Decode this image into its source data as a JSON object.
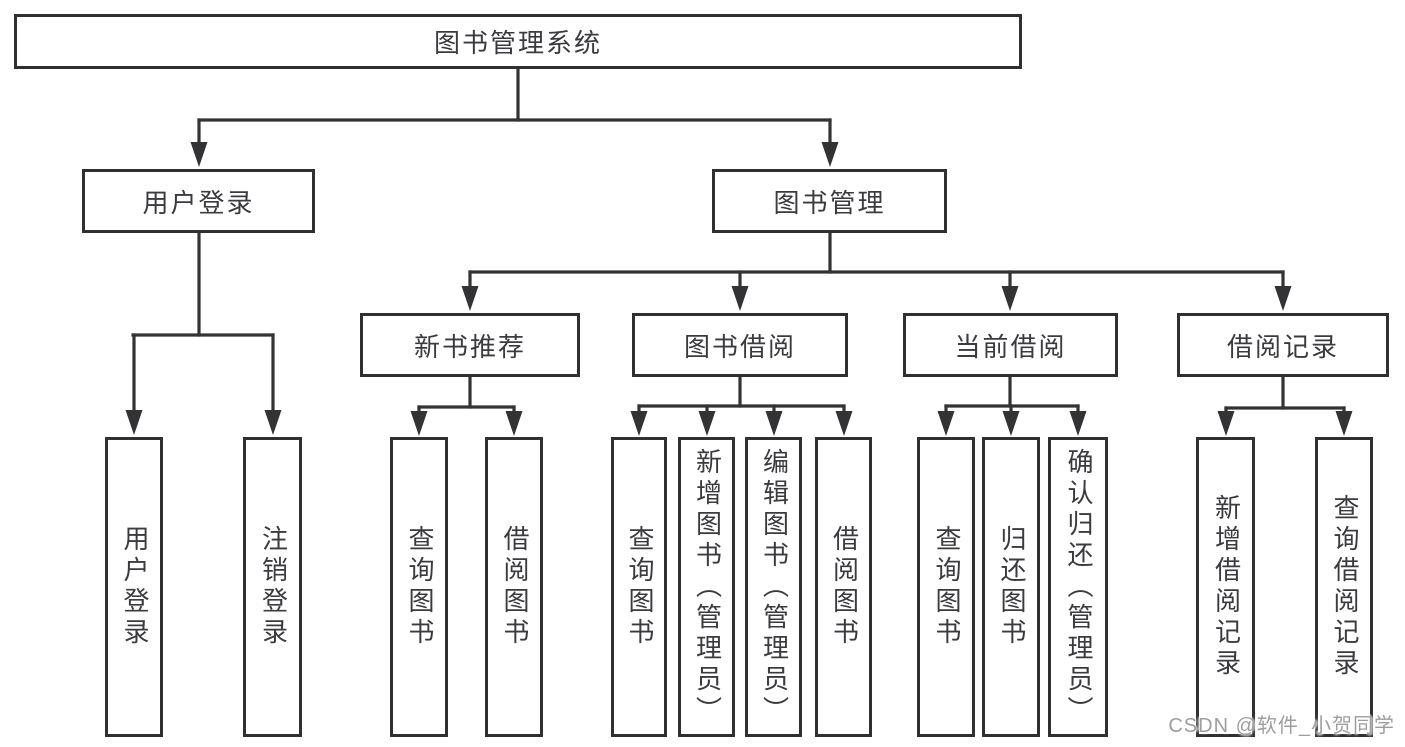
{
  "diagram_title": "图书管理系统",
  "tree": {
    "label": "图书管理系统",
    "children": [
      {
        "label": "用户登录",
        "children": [
          {
            "label": "用户登录"
          },
          {
            "label": "注销登录"
          }
        ]
      },
      {
        "label": "图书管理",
        "children": [
          {
            "label": "新书推荐",
            "children": [
              {
                "label": "查询图书"
              },
              {
                "label": "借阅图书"
              }
            ]
          },
          {
            "label": "图书借阅",
            "children": [
              {
                "label": "查询图书"
              },
              {
                "label": "新增图书（管理员）"
              },
              {
                "label": "编辑图书（管理员）"
              },
              {
                "label": "借阅图书"
              }
            ]
          },
          {
            "label": "当前借阅",
            "children": [
              {
                "label": "查询图书"
              },
              {
                "label": "归还图书"
              },
              {
                "label": "确认归还（管理员）"
              }
            ]
          },
          {
            "label": "借阅记录",
            "children": [
              {
                "label": "新增借阅记录"
              },
              {
                "label": "查询借阅记录"
              }
            ]
          }
        ]
      }
    ]
  },
  "watermark": "CSDN @软件_小贺同学",
  "colors": {
    "line": "#333335",
    "box_border": "#303032",
    "text": "#3b3b3f",
    "watermark": "#9e9e9e",
    "background": "#ffffff"
  }
}
